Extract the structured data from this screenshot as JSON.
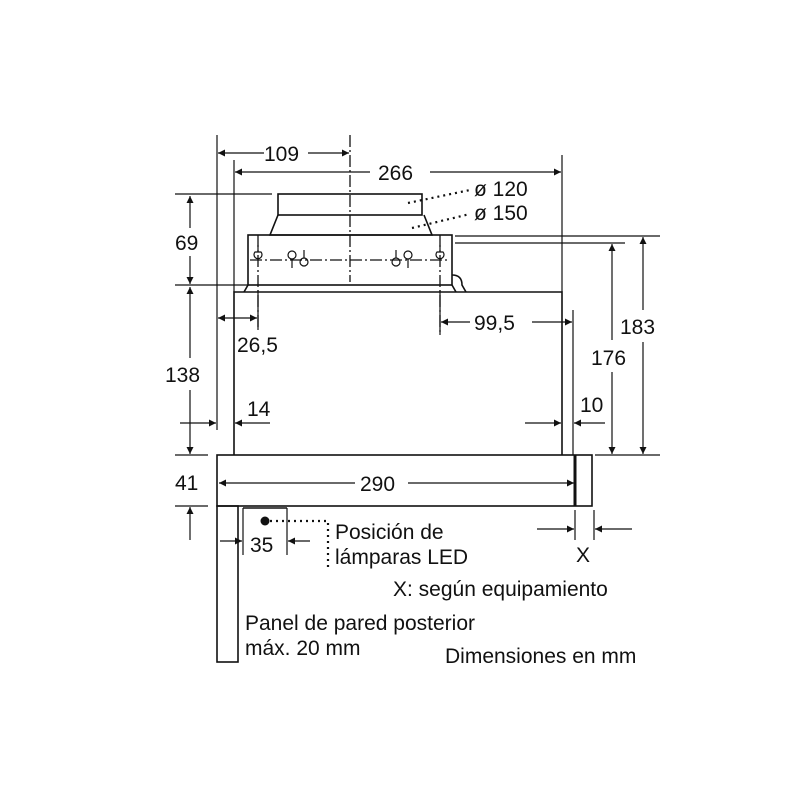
{
  "dimensions": {
    "d109": "109",
    "d266": "266",
    "d120": "ø 120",
    "d150": "ø 150",
    "d69": "69",
    "d138": "138",
    "d41": "41",
    "d26_5": "26,5",
    "d99_5": "99,5",
    "d183": "183",
    "d176": "176",
    "d14": "14",
    "d10": "10",
    "d290": "290",
    "d35": "35",
    "dX": "X"
  },
  "labels": {
    "led_line1": "Posición de",
    "led_line2": "lámparas LED",
    "x_note": "X: según equipamiento",
    "panel_line1": "Panel de pared posterior",
    "panel_line2": "máx. 20 mm",
    "units": "Dimensiones en mm"
  }
}
